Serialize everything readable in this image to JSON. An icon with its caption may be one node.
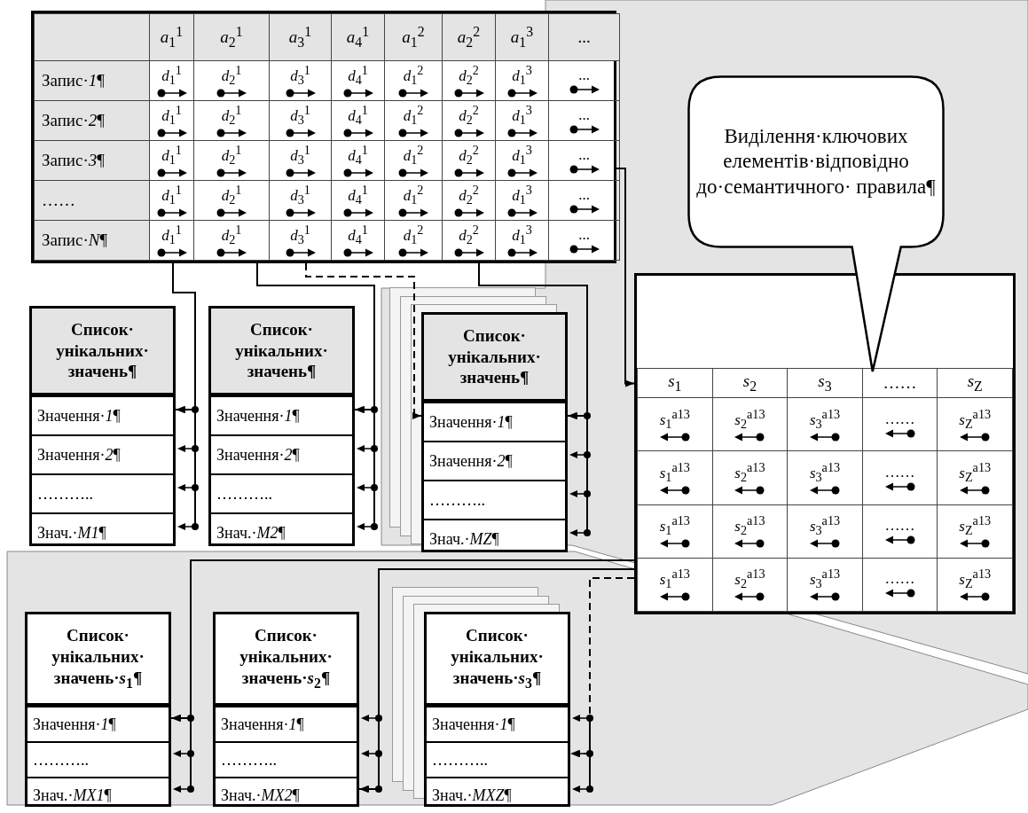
{
  "diagram": {
    "nodes": [
      {
        "text": [
          "*a*$_{1}$$^{1}$",
          "*a*$_{2}$$^{1}$",
          "*a*$_{3}$$^{1}$",
          "*a*$_{4}$$^{1}$",
          "*a*$_{1}$$^{2}$",
          "*a*$_{2}$$^{2}$",
          "*a*$_{1}$$^{3}$",
          "...",
          "Запис·*1*¶",
          "*d*$_{1}$$^{1}$",
          "*d*$_{2}$$^{1}$",
          "*d*$_{3}$$^{1}$",
          "*d*$_{4}$$^{1}$",
          "*d*$_{1}$$^{2}$",
          "*d*$_{2}$$^{2}$",
          "*d*$_{1}$$^{3}$",
          "...",
          "Запис·*2*¶",
          "*d*$_{1}$$^{1}$",
          "*d*$_{2}$$^{1}$",
          "*d*$_{3}$$^{1}$",
          "*d*$_{4}$$^{1}$",
          "*d*$_{1}$$^{2}$",
          "*d*$_{2}$$^{2}$",
          "*d*$_{1}$$^{3}$",
          "...",
          "Запис·*3*¶",
          "*d*$_{1}$$^{1}$",
          "*d*$_{2}$$^{1}$",
          "*d*$_{3}$$^{1}$",
          "*d*$_{4}$$^{1}$",
          "*d*$_{1}$$^{2}$",
          "*d*$_{2}$$^{2}$",
          "*d*$_{1}$$^{3}$",
          "...",
          "……",
          "*d*$_{1}$$^{1}$",
          "*d*$_{2}$$^{1}$",
          "*d*$_{3}$$^{1}$",
          "*d*$_{4}$$^{1}$",
          "*d*$_{1}$$^{2}$",
          "*d*$_{2}$$^{2}$",
          "*d*$_{1}$$^{3}$",
          "...",
          "Запис·*N*¶",
          "*d*$_{1}$$^{1}$",
          "*d*$_{2}$$^{1}$",
          "*d*$_{3}$$^{1}$",
          "*d*$_{4}$$^{1}$",
          "*d*$_{1}$$^{2}$",
          "*d*$_{2}$$^{2}$",
          "*d*$_{1}$$^{3}$",
          "..."
        ]
      },
      {
        "text": [
          "Список·унікальних·значень¶",
          "Значення·*1*¶",
          "Значення·*2*¶",
          "………..",
          "Знач.·*M1*¶"
        ]
      },
      {
        "text": [
          "Список·унікальних·значень¶",
          "Значення·*1*¶",
          "Значення·*2*¶",
          "………..",
          "Знач.·*M2*¶"
        ]
      },
      {
        "text": [
          "Список·унікальних·значень¶",
          "Значення·*1*¶",
          "Значення·*2*¶",
          "………..",
          "Знач.·*MZ*¶"
        ]
      },
      {
        "text": [
          "*s*$_{1}$",
          "*s*$_{2}$",
          "*s*$_{3}$",
          "……",
          "*s*$_{Z}$",
          "*s*$_{1}$$^{a13}$",
          "*s*$_{2}$$^{a13}$",
          "*s*$_{3}$$^{a13}$",
          "……",
          "*s*$_{Z}$$^{a13}$",
          "*s*$_{1}$$^{a13}$",
          "*s*$_{2}$$^{a13}$",
          "*s*$_{3}$$^{a13}$",
          "……",
          "*s*$_{Z}$$^{a13}$",
          "*s*$_{1}$$^{a13}$",
          "*s*$_{2}$$^{a13}$",
          "*s*$_{3}$$^{a13}$",
          "……",
          "*s*$_{Z}$$^{a13}$",
          "*s*$_{1}$$^{a13}$",
          "*s*$_{2}$$^{a13}$",
          "*s*$_{3}$$^{a13}$",
          "……",
          "*s*$_{Z}$$^{a13}$"
        ]
      },
      {
        "text": [
          "Виділення·ключових елементів·відповідно до·семантичного· правила¶"
        ]
      },
      {
        "text": [
          "Список·унікальних·значень·*s*$_{1}$¶",
          "Значення·*1*¶",
          "………..",
          "Знач.·*MX1*¶"
        ]
      },
      {
        "text": [
          "Список·унікальних·значень·*s*$_{2}$¶",
          "Значення·*1*¶",
          "………..",
          "Знач.·*MX2*¶"
        ]
      },
      {
        "text": [
          "Список·унікальних·значень·*s*$_{3}$¶",
          "Значення·*1*¶",
          "………..",
          "Знач.·*MXZ*¶"
        ]
      }
    ],
    "edges": [
      {
        "from": 0,
        "to": 1,
        "arrow": "to"
      },
      {
        "from": 0,
        "to": 2,
        "arrow": "to"
      },
      {
        "from": 0,
        "to": 3,
        "arrow": "to",
        "style": "dashed"
      },
      {
        "from": 0,
        "to": 3,
        "arrow": "to"
      },
      {
        "from": 0,
        "to": 4,
        "arrow": "to"
      },
      {
        "from": 4,
        "to": 6,
        "arrow": "to"
      },
      {
        "from": 4,
        "to": 7,
        "arrow": "to"
      },
      {
        "from": 4,
        "to": 8,
        "arrow": "to",
        "style": "dashed"
      }
    ]
  }
}
